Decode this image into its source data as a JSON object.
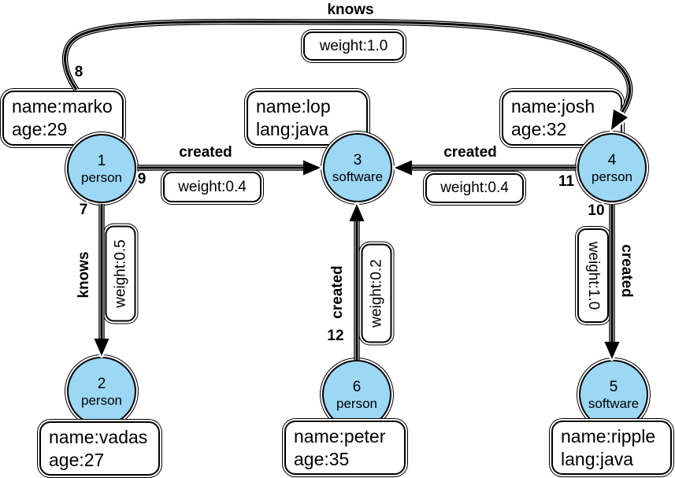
{
  "node_fill_color": "#9CD7F5",
  "line_color": "#000000",
  "nodes": {
    "n1": {
      "id": "1",
      "type": "person",
      "prop1": "name:marko",
      "prop2": "age:29"
    },
    "n2": {
      "id": "2",
      "type": "person",
      "prop1": "name:vadas",
      "prop2": "age:27"
    },
    "n3": {
      "id": "3",
      "type": "software",
      "prop1": "name:lop",
      "prop2": "lang:java"
    },
    "n4": {
      "id": "4",
      "type": "person",
      "prop1": "name:josh",
      "prop2": "age:32"
    },
    "n5": {
      "id": "5",
      "type": "software",
      "prop1": "name:ripple",
      "prop2": "lang:java"
    },
    "n6": {
      "id": "6",
      "type": "person",
      "prop1": "name:peter",
      "prop2": "age:35"
    }
  },
  "edges": {
    "e7": {
      "id": "7",
      "label": "knows",
      "weight": "weight:0.5",
      "from": "1",
      "to": "2"
    },
    "e8": {
      "id": "8",
      "label": "knows",
      "weight": "weight:1.0",
      "from": "1",
      "to": "4"
    },
    "e9": {
      "id": "9",
      "label": "created",
      "weight": "weight:0.4",
      "from": "1",
      "to": "3"
    },
    "e10": {
      "id": "10",
      "label": "created",
      "weight": "weight:1.0",
      "from": "4",
      "to": "5"
    },
    "e11": {
      "id": "11",
      "label": "created",
      "weight": "weight:0.4",
      "from": "4",
      "to": "3"
    },
    "e12": {
      "id": "12",
      "label": "created",
      "weight": "weight:0.2",
      "from": "6",
      "to": "3"
    }
  }
}
